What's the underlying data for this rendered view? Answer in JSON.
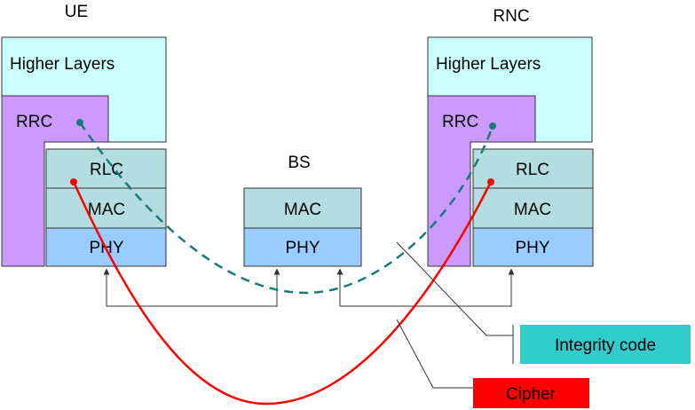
{
  "colors": {
    "higher_layers": "#ccffff",
    "rrc": "#cc99ff",
    "rlc_mac": "#b3dde0",
    "phy": "#99ccff",
    "integrity_box": "#33cccc",
    "cipher_box": "#ff0000",
    "cipher_line": "#ff0000",
    "integrity_line": "#1a7a7a"
  },
  "ue": {
    "title": "UE",
    "higher_layers": "Higher Layers",
    "rrc": "RRC",
    "rlc": "RLC",
    "mac": "MAC",
    "phy": "PHY"
  },
  "bs": {
    "title": "BS",
    "mac": "MAC",
    "phy": "PHY"
  },
  "rnc": {
    "title": "RNC",
    "higher_layers": "Higher Layers",
    "rrc": "RRC",
    "rlc": "RLC",
    "mac": "MAC",
    "phy": "PHY"
  },
  "legend": {
    "integrity": "Integrity code",
    "cipher": "Cipher"
  }
}
